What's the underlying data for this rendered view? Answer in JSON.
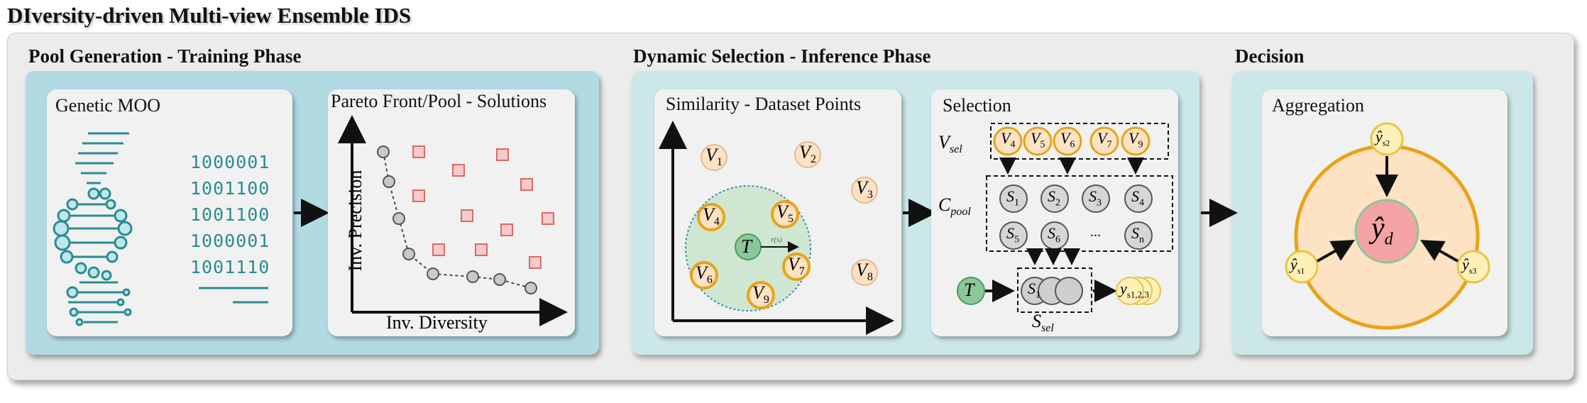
{
  "title": "DIversity-driven Multi-view Ensemble IDS",
  "phases": {
    "pool": "Pool Generation - Training Phase",
    "dynamic": "Dynamic Selection - Inference Phase",
    "decision": "Decision"
  },
  "cards": {
    "genetic": {
      "title": "Genetic MOO",
      "binary": [
        "1000001",
        "1001100",
        "1001100",
        "1000001",
        "1001110"
      ]
    },
    "pareto": {
      "title": "Pareto Front/Pool - Solutions",
      "ylabel": "Inv. Precision",
      "xlabel": "Inv. Diversity"
    },
    "similarity": {
      "title": "Similarity - Dataset Points",
      "points": [
        "V",
        "V",
        "V",
        "V",
        "V",
        "V",
        "V",
        "V",
        "V"
      ],
      "point_subs": [
        "1",
        "2",
        "3",
        "4",
        "5",
        "6",
        "7",
        "8",
        "9"
      ],
      "test_label": "T",
      "radius_label": "r(s)"
    },
    "selection": {
      "title": "Selection",
      "vsel_label": "V",
      "vsel_sub": "sel",
      "vsel_items": [
        "4",
        "5",
        "6",
        "7",
        "9"
      ],
      "cpool_label": "C",
      "cpool_sub": "pool",
      "pool_row1": [
        "1",
        "2",
        "3",
        "4"
      ],
      "pool_row2": [
        "5",
        "6",
        "n"
      ],
      "ellipsis": "...",
      "test_label": "T",
      "ssel_label": "S",
      "ssel_sub": "sel",
      "output_label": "y",
      "output_sub": "s1,2,3"
    },
    "aggregation": {
      "title": "Aggregation",
      "center": "ŷ",
      "center_sub": "d",
      "inputs": [
        "ŷ",
        "ŷ",
        "ŷ"
      ],
      "input_subs": [
        "s2",
        "s1",
        "s3"
      ]
    }
  },
  "colors": {
    "pool_phase": "#b1dae3",
    "phase_bg": "#cbe7e7",
    "dna": "#2b8c93",
    "orange_ring": "#e8a317",
    "orange_fill": "#fde2c4",
    "red_square": "#f7c9c9",
    "gray_node": "#c9c9c9",
    "green_node": "#8cc79a",
    "center_red": "#f4a4a4"
  }
}
